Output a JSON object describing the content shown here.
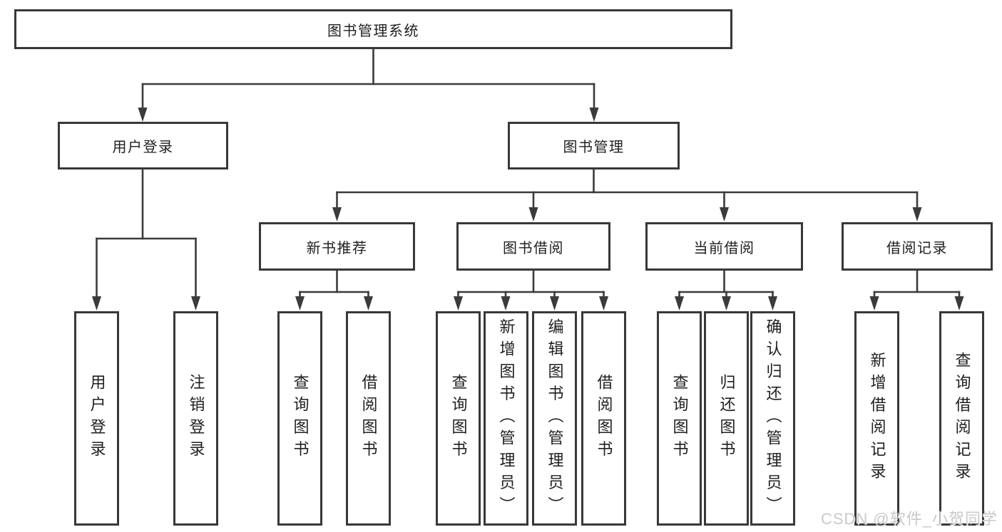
{
  "diagram": {
    "title": "图书管理系统",
    "branches": [
      {
        "label": "用户登录",
        "leaves": [
          {
            "label": "用户登录"
          },
          {
            "label": "注销登录"
          }
        ]
      },
      {
        "label": "图书管理",
        "groups": [
          {
            "label": "新书推荐",
            "leaves": [
              {
                "label": "查询图书"
              },
              {
                "label": "借阅图书"
              }
            ]
          },
          {
            "label": "图书借阅",
            "leaves": [
              {
                "label": "查询图书"
              },
              {
                "label": "新增图书（管理员）"
              },
              {
                "label": "编辑图书（管理员）"
              },
              {
                "label": "借阅图书"
              }
            ]
          },
          {
            "label": "当前借阅",
            "leaves": [
              {
                "label": "查询图书"
              },
              {
                "label": "归还图书"
              },
              {
                "label": "确认归还（管理员）"
              }
            ]
          },
          {
            "label": "借阅记录",
            "leaves": [
              {
                "label": "新增借阅记录"
              },
              {
                "label": "查询借阅记录"
              }
            ]
          }
        ]
      }
    ]
  },
  "watermark": "CSDN @软件_小贺同学",
  "colors": {
    "line": "#3b3b3b",
    "box_border": "#383838",
    "text": "#1f1f1f",
    "background": "#ffffff",
    "watermark": "#c9c9c9"
  }
}
